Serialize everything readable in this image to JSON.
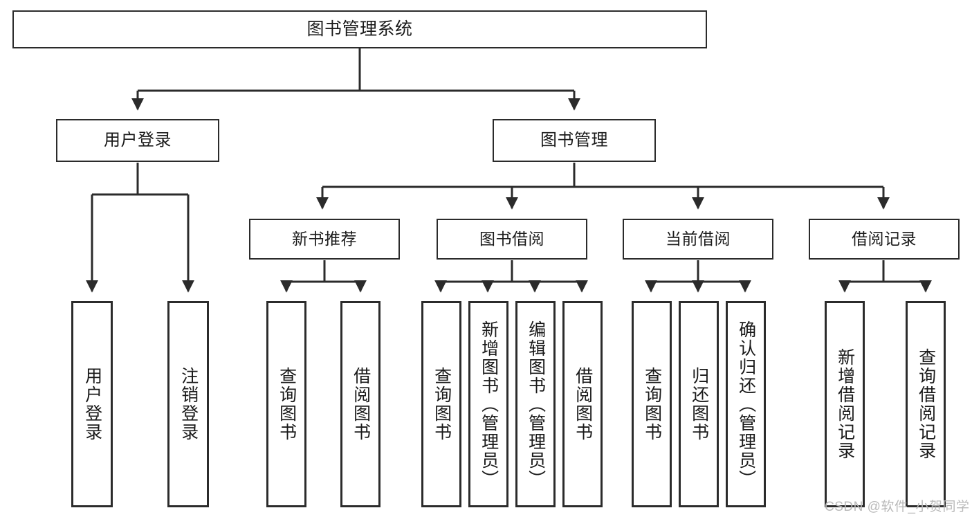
{
  "diagram": {
    "title": "图书管理系统",
    "type": "tree-hierarchy-diagram",
    "root": {
      "id": "root",
      "label": "图书管理系统"
    },
    "level1": [
      {
        "id": "user-login",
        "label": "用户登录"
      },
      {
        "id": "book-management",
        "label": "图书管理"
      }
    ],
    "level2": [
      {
        "id": "new-book-recommend",
        "label": "新书推荐"
      },
      {
        "id": "book-borrow",
        "label": "图书借阅"
      },
      {
        "id": "current-borrow",
        "label": "当前借阅"
      },
      {
        "id": "borrow-record",
        "label": "借阅记录"
      }
    ],
    "leaves": [
      {
        "id": "leaf-user-login",
        "label": "用户登录"
      },
      {
        "id": "leaf-logout-login",
        "label": "注销登录"
      },
      {
        "id": "leaf-query-book-1",
        "label": "查询图书"
      },
      {
        "id": "leaf-borrow-book-1",
        "label": "借阅图书"
      },
      {
        "id": "leaf-query-book-2",
        "label": "查询图书"
      },
      {
        "id": "leaf-add-book-admin",
        "label": "新增图书（管理员）"
      },
      {
        "id": "leaf-edit-book-admin",
        "label": "编辑图书（管理员）"
      },
      {
        "id": "leaf-borrow-book-2",
        "label": "借阅图书"
      },
      {
        "id": "leaf-query-book-3",
        "label": "查询图书"
      },
      {
        "id": "leaf-return-book",
        "label": "归还图书"
      },
      {
        "id": "leaf-confirm-return-admin",
        "label": "确认归还（管理员）"
      },
      {
        "id": "leaf-add-borrow-record",
        "label": "新增借阅记录"
      },
      {
        "id": "leaf-query-borrow-record",
        "label": "查询借阅记录"
      }
    ]
  },
  "watermark": {
    "text": "CSDN @软件_小贺同学"
  },
  "colors": {
    "stroke": "#2b2b2b",
    "fill": "#ffffff",
    "text": "#1a1a1a",
    "watermark": "#b9b9b9"
  }
}
